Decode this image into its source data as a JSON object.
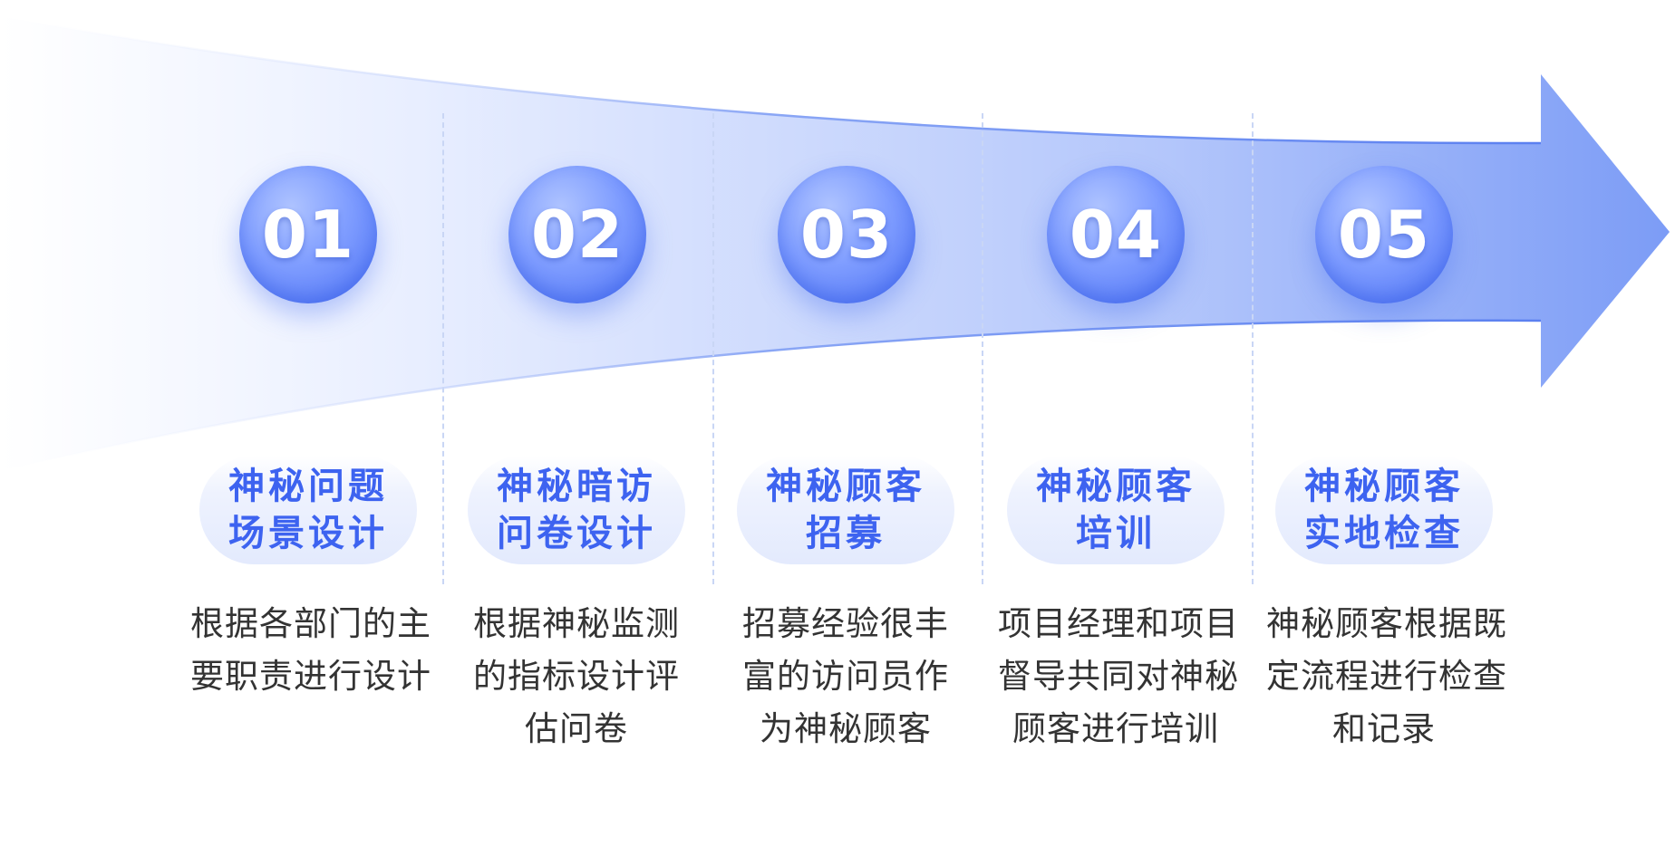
{
  "colors": {
    "accent": "#3d63f0",
    "arrow_light": "#eaf0ff",
    "arrow_dark": "#7c9cf6",
    "text": "#333333"
  },
  "steps": [
    {
      "number": "01",
      "title": [
        "神秘问题",
        "场景设计"
      ],
      "desc": [
        "根据各部门的主",
        "要职责进行设计"
      ]
    },
    {
      "number": "02",
      "title": [
        "神秘暗访",
        "问卷设计"
      ],
      "desc": [
        "根据神秘监测",
        "的指标设计评",
        "估问卷"
      ]
    },
    {
      "number": "03",
      "title": [
        "神秘顾客",
        "招募"
      ],
      "desc": [
        "招募经验很丰",
        "富的访问员作",
        "为神秘顾客"
      ]
    },
    {
      "number": "04",
      "title": [
        "神秘顾客",
        "培训"
      ],
      "desc": [
        "项目经理和项目",
        "督导共同对神秘",
        "顾客进行培训"
      ]
    },
    {
      "number": "05",
      "title": [
        "神秘顾客",
        "实地检查"
      ],
      "desc": [
        "神秘顾客根据既",
        "定流程进行检查",
        "和记录"
      ]
    }
  ]
}
